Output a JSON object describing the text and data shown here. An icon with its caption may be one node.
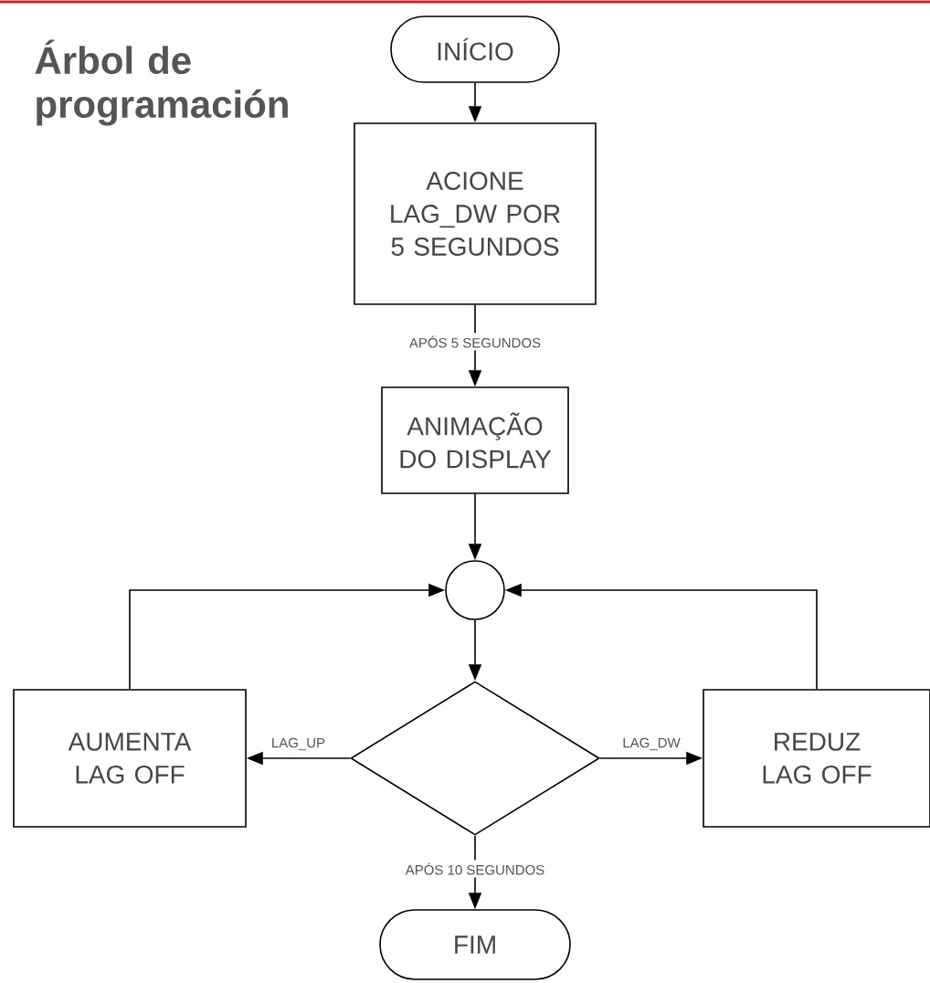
{
  "diagram": {
    "title": "Árbol de programación",
    "nodes": [
      {
        "text": [
          "INÍCIO"
        ]
      },
      {
        "text": [
          "ACIONE LAG_DW POR 5 SEGUNDOS"
        ]
      },
      {
        "text": [
          "ANIMAÇÃO DO DISPLAY"
        ]
      },
      {
        "text": [],
        "shape": "circle"
      },
      {
        "text": [],
        "shape": "diamond"
      },
      {
        "text": [
          "AUMENTA LAG OFF"
        ]
      },
      {
        "text": [
          "REDUZ LAG OFF"
        ]
      },
      {
        "text": [
          "FIM"
        ]
      }
    ],
    "edges": [
      {
        "from": 0,
        "to": 1,
        "arrow": "to"
      },
      {
        "from": 1,
        "to": 2,
        "arrow": "to",
        "label": "APÓS 5 SEGUNDOS"
      },
      {
        "from": 2,
        "to": 3,
        "arrow": "to"
      },
      {
        "from": 5,
        "to": 3,
        "arrow": "to"
      },
      {
        "from": 6,
        "to": 3,
        "arrow": "to"
      },
      {
        "from": 3,
        "to": 4,
        "arrow": "to"
      },
      {
        "from": 4,
        "to": 5,
        "arrow": "to",
        "label": "LAG_UP"
      },
      {
        "from": 4,
        "to": 6,
        "arrow": "to",
        "label": "LAG_DW"
      },
      {
        "from": 4,
        "to": 7,
        "arrow": "to",
        "label": "APÓS 10 SEGUNDOS"
      }
    ]
  }
}
